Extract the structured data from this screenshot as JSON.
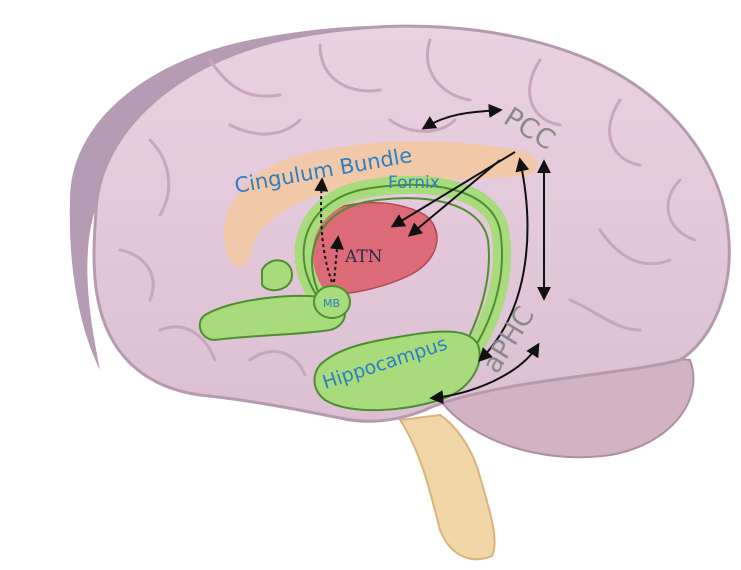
{
  "labels": {
    "cingulum_bundle": "Cingulum Bundle",
    "fornix": "Fornix",
    "atn": "ATN",
    "mb": "MB",
    "hippocampus": "Hippocampus",
    "pcc": "PCC",
    "aphc": "aPHC"
  },
  "colors": {
    "brain": "#e3c9dc",
    "brain_outline": "#b69aae",
    "brain_shadow": "#b59bb4",
    "cerebellum": "#d2b3c4",
    "brainstem": "#f1d6a8",
    "cingulum": "#f2c9a2",
    "fornix_green": "#a8db7c",
    "fornix_outline": "#4f8f2f",
    "atn": "#dc6a77",
    "label_blue": "#2f7fc0",
    "label_gray": "#8a8a8a",
    "arrow": "#111111"
  }
}
